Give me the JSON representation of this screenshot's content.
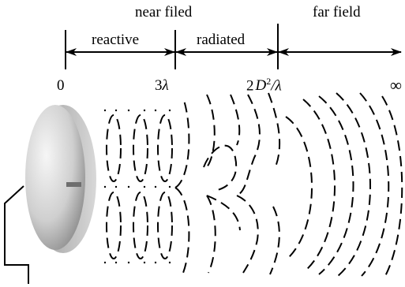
{
  "regions": {
    "near": "near  filed",
    "far": "far  field",
    "reactive": "reactive",
    "radiated": "radiated"
  },
  "ticks": {
    "zero": "0",
    "three_lambda": "3",
    "lambda_symbol": "λ",
    "fraunhofer_coef": "2",
    "fraunhofer_D": "D",
    "fraunhofer_exp": "2",
    "fraunhofer_rest": "/λ",
    "infinity": "∞"
  },
  "colors": {
    "ink": "#000000",
    "dish_light": "#f2f2f2",
    "dish_dark": "#8a8a8a",
    "feed": "#6e6e6e"
  }
}
